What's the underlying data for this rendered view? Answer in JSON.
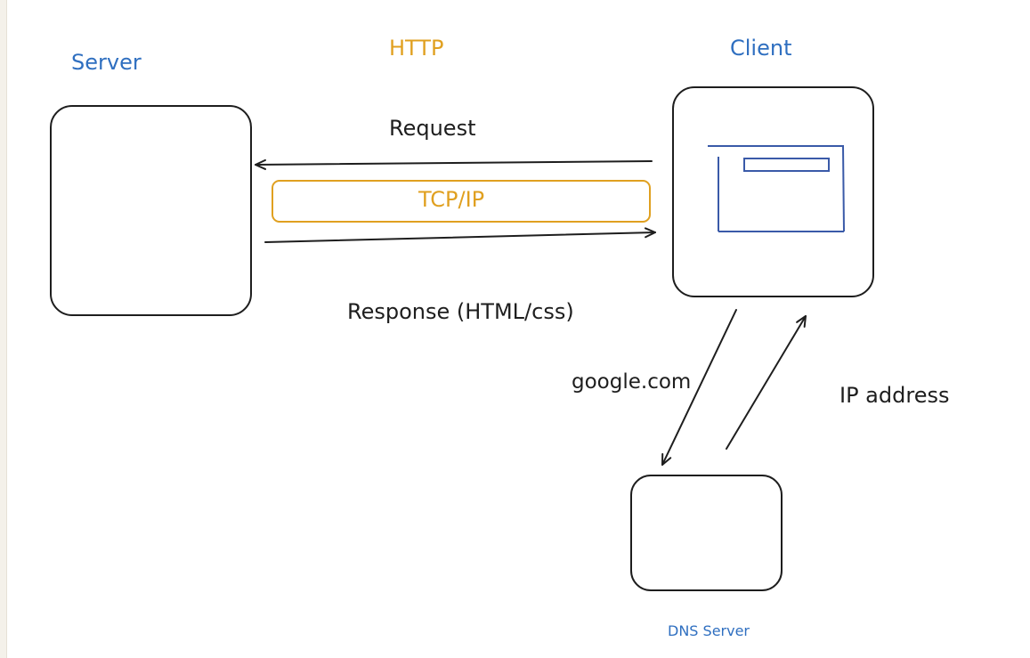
{
  "labels": {
    "server": "Server",
    "http": "HTTP",
    "client": "Client",
    "request": "Request",
    "tcpip": "TCP/IP",
    "response": "Response (HTML/css)",
    "google": "google.com",
    "ip_address": "IP address",
    "dns_server": "DNS Server"
  },
  "colors": {
    "stroke": "#1e1e1e",
    "blue_label": "#2f6fc0",
    "amber": "#e0a020",
    "browser_blue": "#3a5aa8"
  }
}
